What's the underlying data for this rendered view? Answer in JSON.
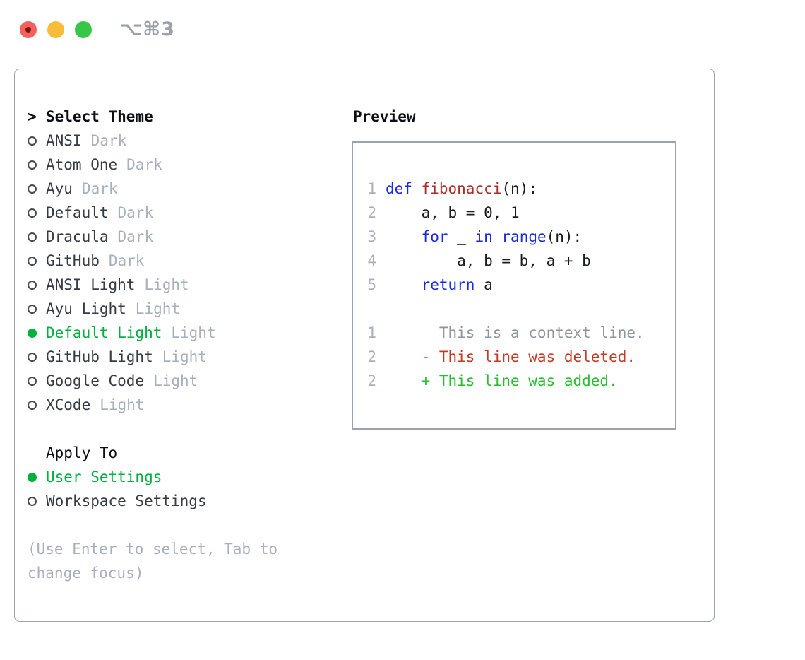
{
  "window": {
    "shortcut": "⌥⌘3"
  },
  "colors": {
    "accent_green": "#00b140",
    "keyword_blue": "#1a2ae0",
    "function_red": "#ab2f26",
    "diff_deleted_red": "#c53a21",
    "diff_added_green": "#23bf2d",
    "muted_gray": "#a7b0bf",
    "panel_border": "#9aa3ae",
    "traffic_red": "#f4605c",
    "traffic_yellow": "#f7bd3a",
    "traffic_green": "#37c648"
  },
  "theme_select": {
    "prompt": ">",
    "title": "Select Theme",
    "themes": [
      {
        "name": "ANSI",
        "variant": "Dark",
        "selected": false
      },
      {
        "name": "Atom One",
        "variant": "Dark",
        "selected": false
      },
      {
        "name": "Ayu",
        "variant": "Dark",
        "selected": false
      },
      {
        "name": "Default",
        "variant": "Dark",
        "selected": false
      },
      {
        "name": "Dracula",
        "variant": "Dark",
        "selected": false
      },
      {
        "name": "GitHub",
        "variant": "Dark",
        "selected": false
      },
      {
        "name": "ANSI Light",
        "variant": "Light",
        "selected": false
      },
      {
        "name": "Ayu Light",
        "variant": "Light",
        "selected": false
      },
      {
        "name": "Default Light",
        "variant": "Light",
        "selected": true
      },
      {
        "name": "GitHub Light",
        "variant": "Light",
        "selected": false
      },
      {
        "name": "Google Code",
        "variant": "Light",
        "selected": false
      },
      {
        "name": "XCode",
        "variant": "Light",
        "selected": false
      }
    ]
  },
  "apply_to": {
    "title": "Apply To",
    "options": [
      {
        "label": "User Settings",
        "selected": true
      },
      {
        "label": "Workspace Settings",
        "selected": false
      }
    ]
  },
  "hint": "(Use Enter to select, Tab to change focus)",
  "preview": {
    "title": "Preview",
    "code": {
      "line1": {
        "num": "1",
        "kw": "def",
        "sp": " ",
        "fn": "fibonacci",
        "tail": "(n):"
      },
      "line2": {
        "num": "2",
        "text": "    a, b = 0, 1"
      },
      "line3": {
        "num": "3",
        "ind": "    ",
        "kw1": "for",
        "mid1": " _ ",
        "kw2": "in",
        "mid2": " ",
        "kw3": "range",
        "tail": "(n):"
      },
      "line4": {
        "num": "4",
        "text": "        a, b = b, a + b"
      },
      "line5": {
        "num": "5",
        "ind": "    ",
        "kw": "return",
        "tail": " a"
      },
      "ctx": {
        "num": "1",
        "text": "      This is a context line."
      },
      "del": {
        "num": "2",
        "text": "    - This line was deleted."
      },
      "add": {
        "num": "2",
        "text": "    + This line was added."
      }
    }
  }
}
